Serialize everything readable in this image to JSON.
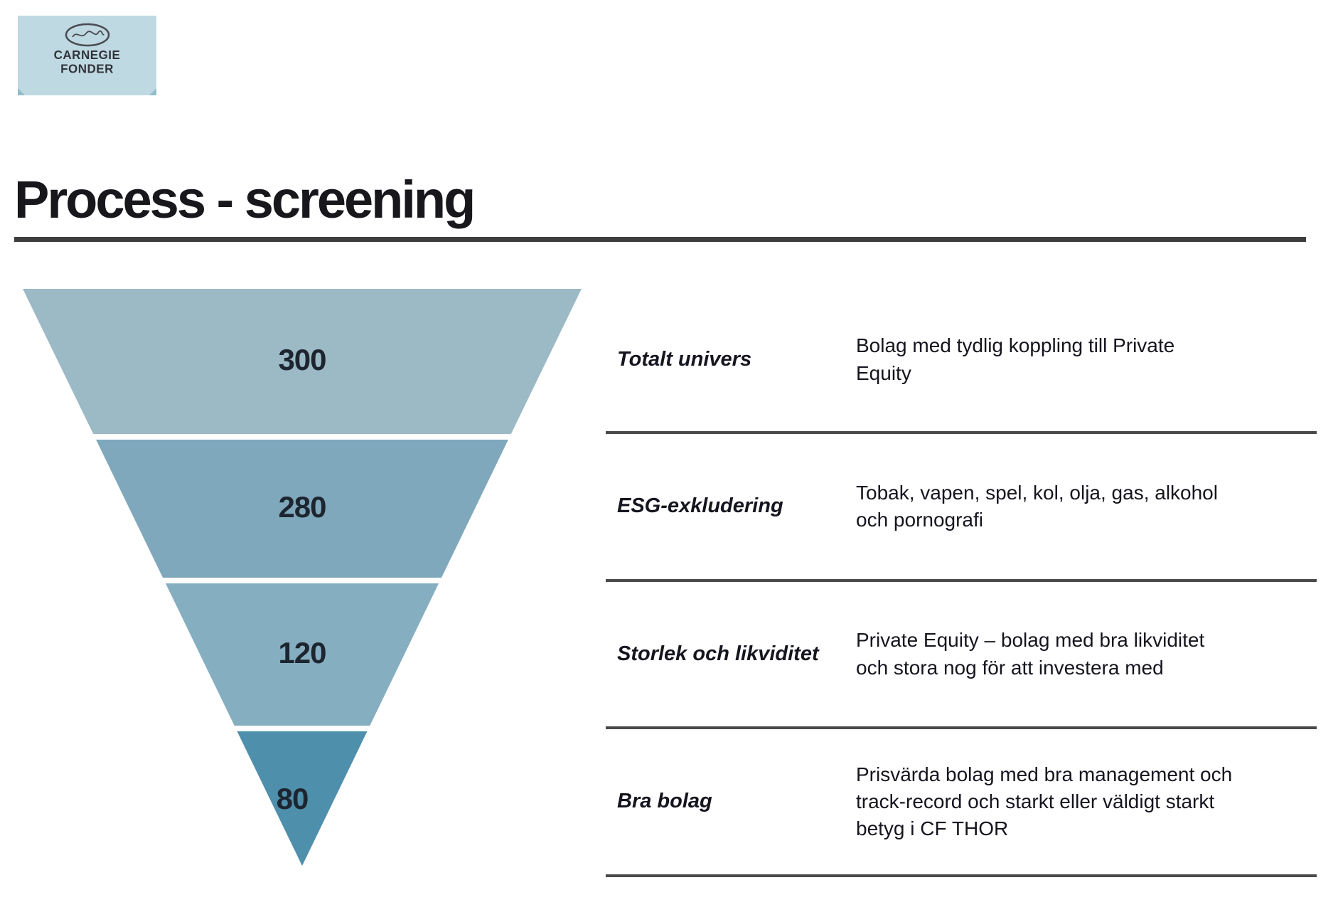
{
  "logo": {
    "line1": "CARNEGIE",
    "line2": "FONDER",
    "bg_color": "#bed9e1"
  },
  "title": "Process - screening",
  "chart_data": {
    "type": "funnel",
    "title": "Process - screening",
    "orientation": "inverted funnel on left, stage description table on right",
    "stages": [
      {
        "label": "Totalt univers",
        "value": 300,
        "description": "Bolag med tydlig koppling till Private\nEquity"
      },
      {
        "label": "ESG-exkludering",
        "value": 280,
        "description": "Tobak, vapen, spel, kol, olja, gas, alkohol\noch pornografi"
      },
      {
        "label": "Storlek och likviditet",
        "value": 120,
        "description": "Private Equity – bolag med bra likviditet\noch stora nog för att investera med"
      },
      {
        "label": "Bra bolag",
        "value": 80,
        "description": "Prisvärda bolag med bra management och\ntrack-record och starkt eller väldigt starkt\nbetyg i CF THOR"
      }
    ],
    "colors": [
      "#9cb9c6",
      "#7fa8bc",
      "#86aec1",
      "#4e8fac"
    ],
    "value_text_color": "#1d2630",
    "divider_color": "#4a4a4a"
  }
}
